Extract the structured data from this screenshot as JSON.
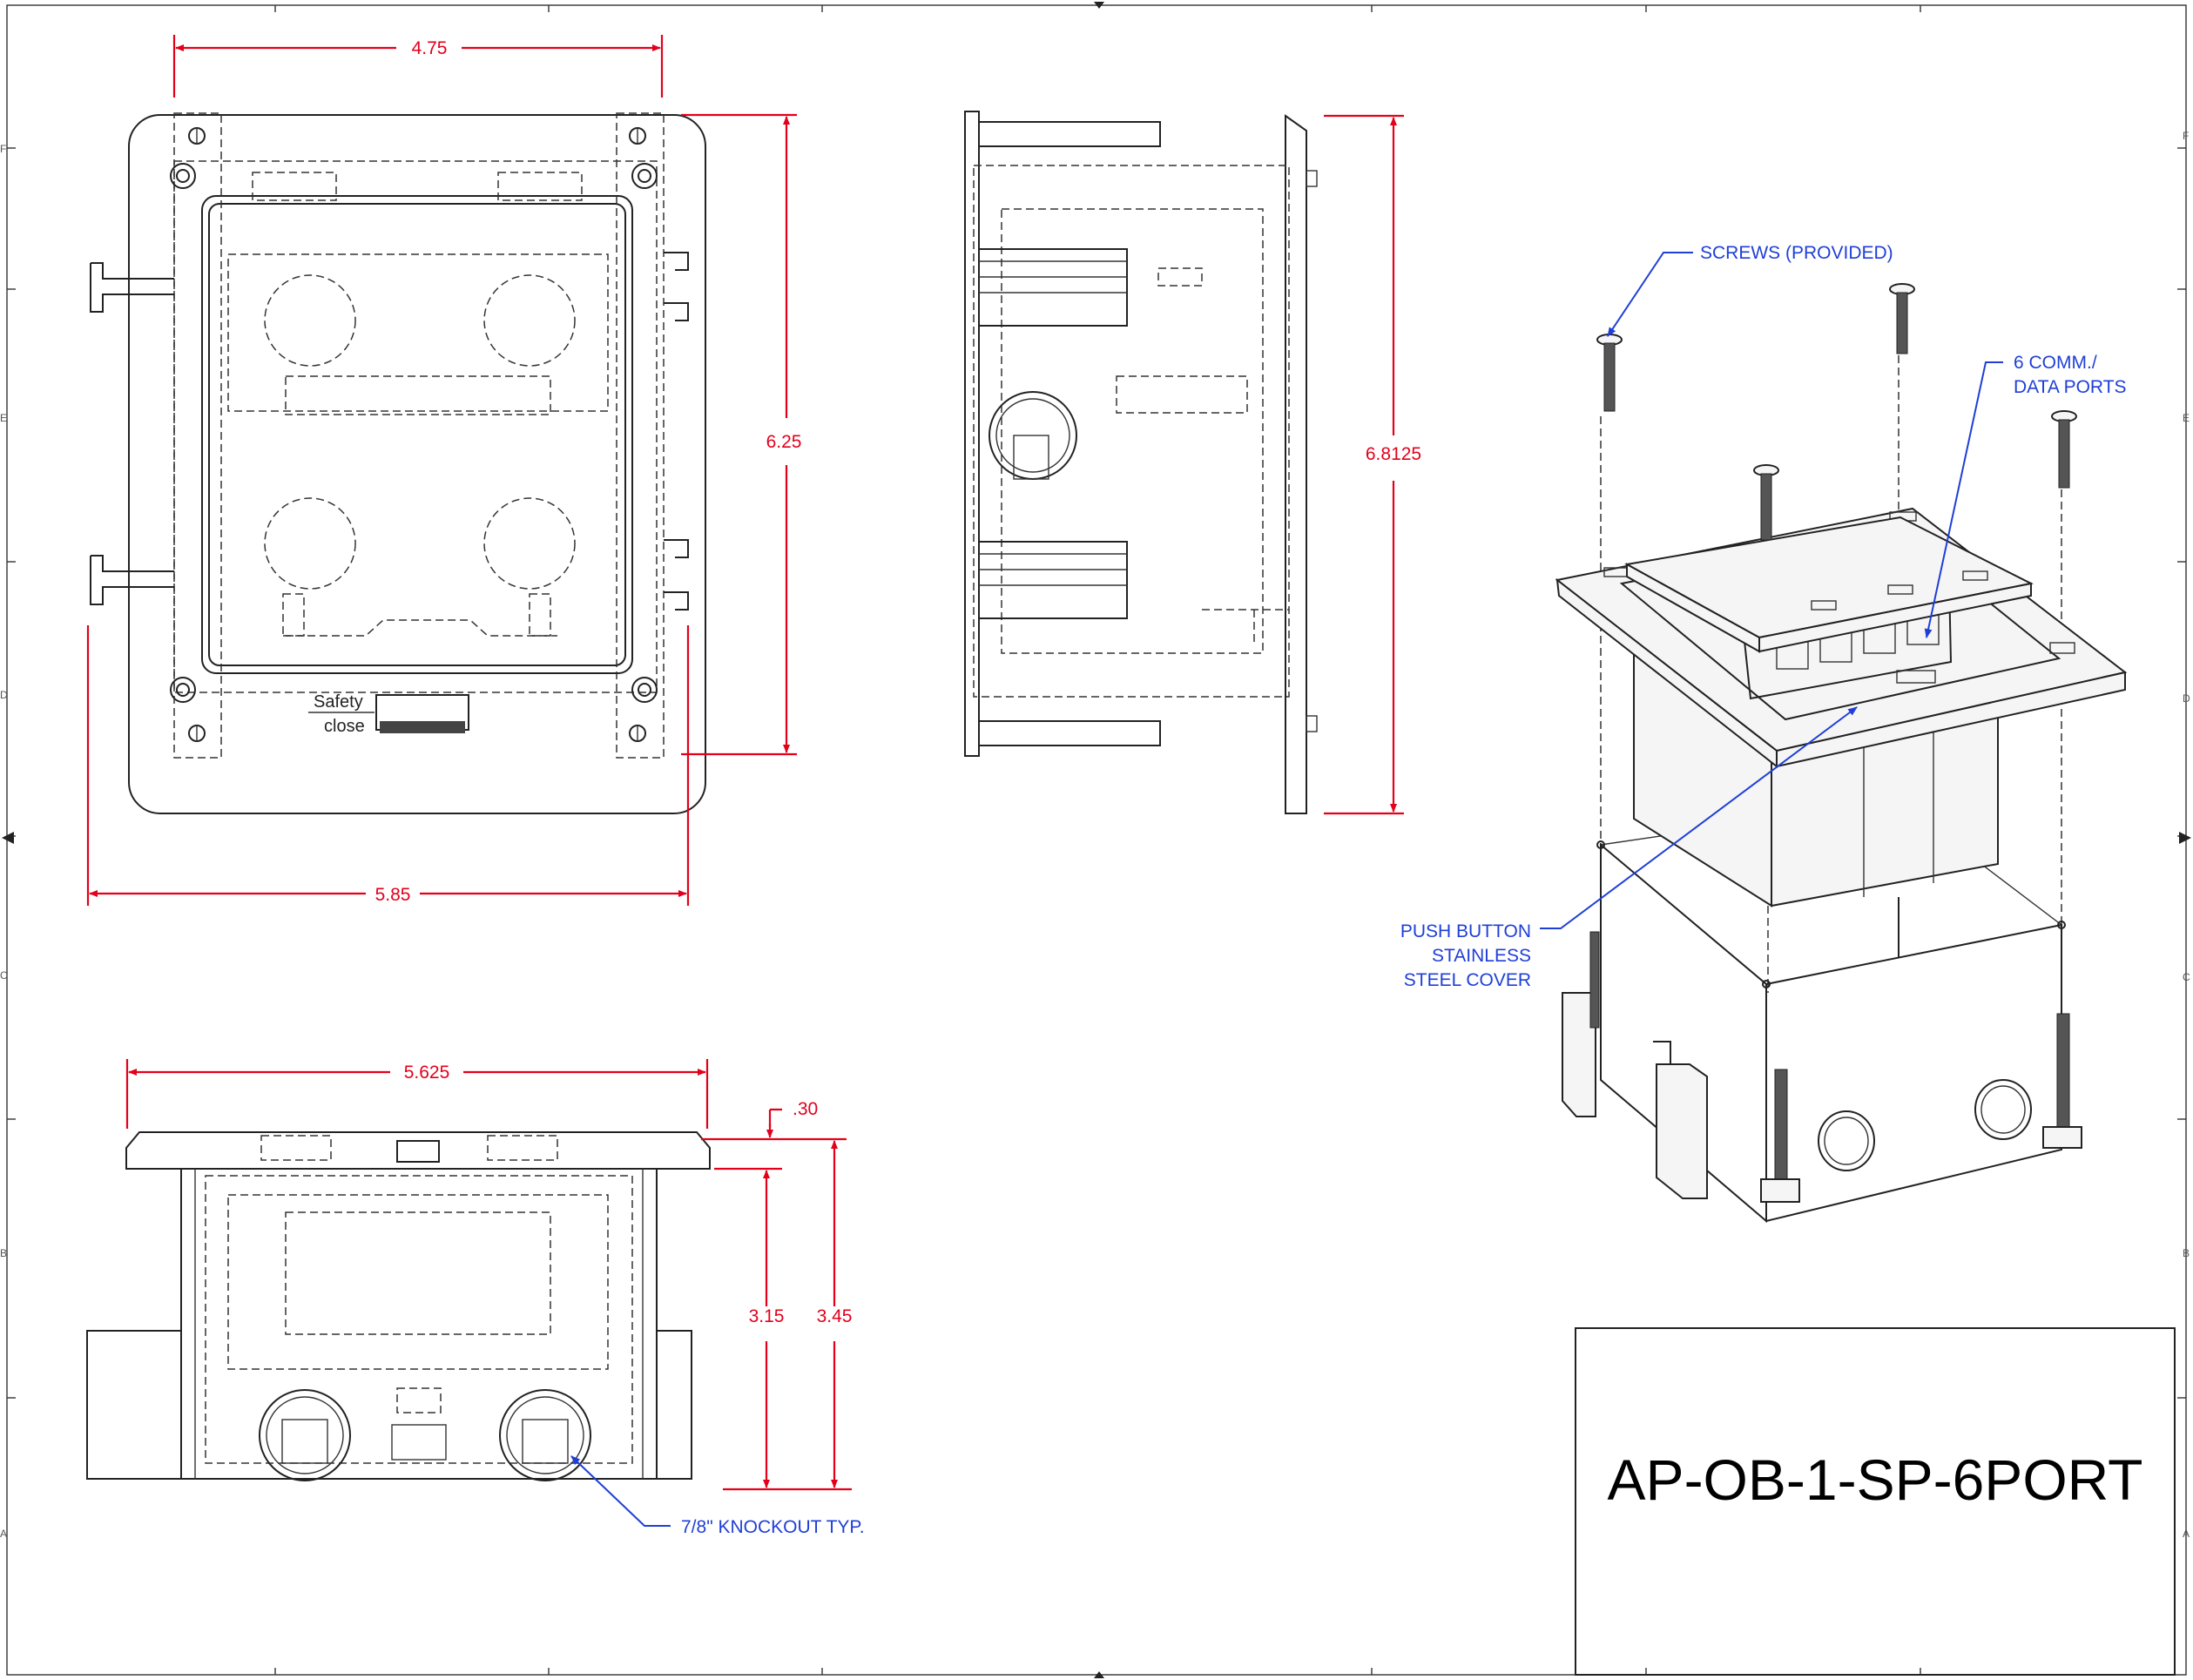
{
  "drawing": {
    "title_block": {
      "part_number": "AP-OB-1-SP-6PORT"
    },
    "logo_text": {
      "line1": "Safety",
      "line2": "close"
    },
    "dimensions": {
      "top_width": "4.75",
      "top_height": "6.25",
      "top_overall_width": "5.85",
      "side_height": "6.8125",
      "front_width": "5.625",
      "flange_thickness": ".30",
      "box_depth": "3.15",
      "overall_depth": "3.45"
    },
    "callouts": {
      "screws": "SCREWS (PROVIDED)",
      "ports_line1": "6 COMM./",
      "ports_line2": "DATA PORTS",
      "cover_line1": "PUSH BUTTON",
      "cover_line2": "STAINLESS",
      "cover_line3": "STEEL COVER",
      "knockout": "7/8\" KNOCKOUT TYP."
    },
    "zone_labels": {
      "left": [
        "F",
        "E",
        "D",
        "C",
        "B",
        "A"
      ],
      "right": [
        "F",
        "E",
        "D",
        "C",
        "B",
        "A"
      ]
    },
    "colors": {
      "dimension": "#e3001b",
      "callout": "#1f3fd6",
      "linework": "#222222"
    }
  }
}
